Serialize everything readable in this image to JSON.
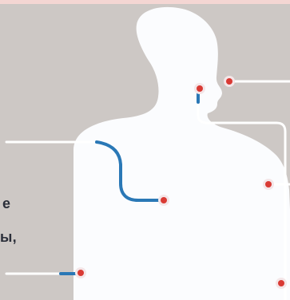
{
  "diagram": {
    "text_fragments": {
      "upper": "e",
      "lower": "ы,"
    },
    "colors": {
      "background": "#cdc8c5",
      "body_fill": "#fbfcfe",
      "white_line": "#ffffff",
      "blue_line": "#2a78b6",
      "marker_fill": "#d93a34",
      "marker_ring": "#f4e6e8",
      "top_strip": "#f4d6d3"
    },
    "icons": [
      "human-silhouette",
      "red-marker-dot",
      "callout-line"
    ]
  }
}
